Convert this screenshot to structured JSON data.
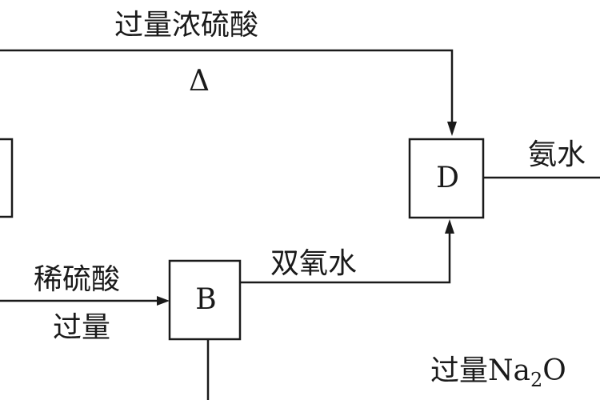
{
  "labels": {
    "top_reagent": "过量浓硫酸",
    "top_condition": "Δ",
    "ammonia": "氨水",
    "dilute_acid": "稀硫酸",
    "dilute_excess": "过量",
    "peroxide": "双氧水",
    "bottom_excess": "过量",
    "bottom_na": "Na",
    "bottom_sub": "2",
    "bottom_o": "O"
  },
  "boxes": {
    "b": "B",
    "d": "D"
  }
}
